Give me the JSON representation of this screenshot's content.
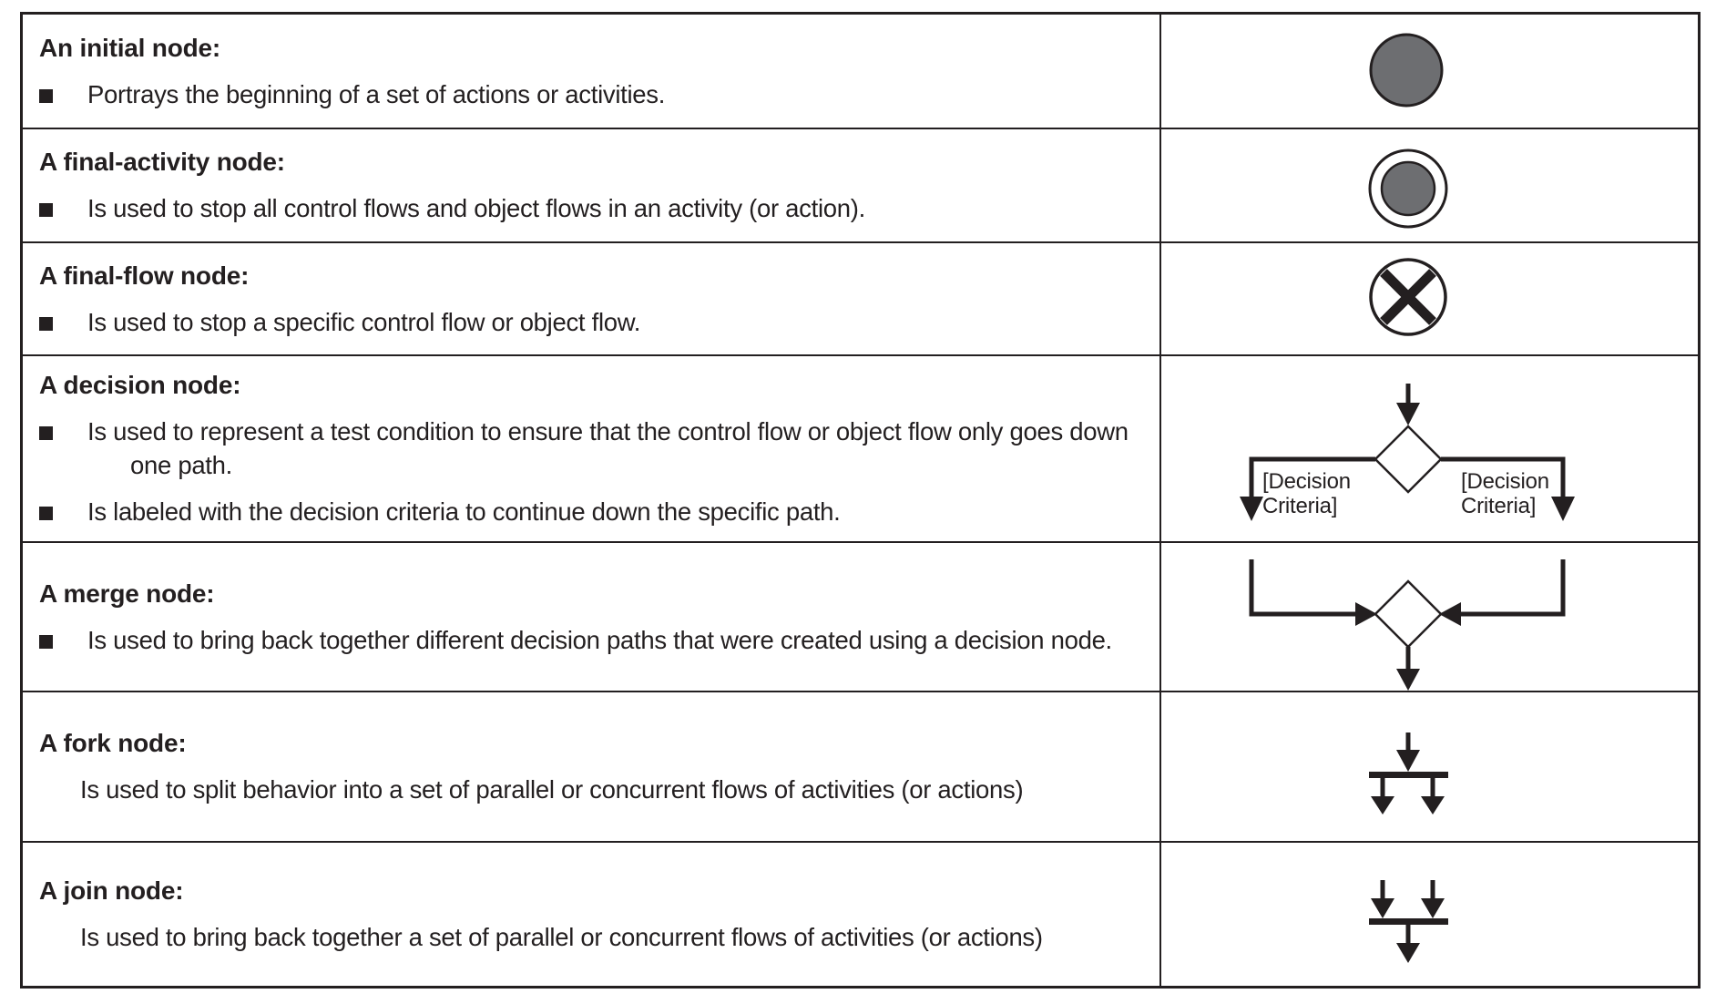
{
  "colors": {
    "ink": "#231f20",
    "node_gray": "#6d6e71",
    "background": "#ffffff"
  },
  "table": {
    "rows": [
      {
        "heading": "An initial node:",
        "items": [
          {
            "bullet": true,
            "text": "Portrays the beginning of a set of actions or activities."
          }
        ],
        "symbol": "initial-node"
      },
      {
        "heading": "A final-activity node:",
        "items": [
          {
            "bullet": true,
            "text": "Is used to stop all control flows and object flows in an activity (or action)."
          }
        ],
        "symbol": "final-activity-node"
      },
      {
        "heading": "A final-flow node:",
        "items": [
          {
            "bullet": true,
            "text": "Is used to stop a specific control flow or object flow."
          }
        ],
        "symbol": "final-flow-node"
      },
      {
        "heading": "A decision node:",
        "items": [
          {
            "bullet": true,
            "text": "Is used to represent a test condition to ensure that the control flow or object flow only goes down one path."
          },
          {
            "bullet": true,
            "text": "Is labeled with the decision criteria to continue down the specific path."
          }
        ],
        "labels": {
          "left": "[Decision Criteria]",
          "right": "[Decision Criteria]"
        },
        "symbol": "decision-node"
      },
      {
        "heading": "A merge node:",
        "items": [
          {
            "bullet": true,
            "text": "Is used to bring back together different decision paths that were created using a decision node."
          }
        ],
        "symbol": "merge-node"
      },
      {
        "heading": "A fork node:",
        "items": [
          {
            "bullet": false,
            "text": "Is used to split behavior into a set of parallel or concurrent flows of activities (or actions)"
          }
        ],
        "symbol": "fork-node"
      },
      {
        "heading": "A join node:",
        "items": [
          {
            "bullet": false,
            "text": "Is used to bring back together a set of parallel or concurrent flows of activities (or actions)"
          }
        ],
        "symbol": "join-node"
      }
    ]
  }
}
